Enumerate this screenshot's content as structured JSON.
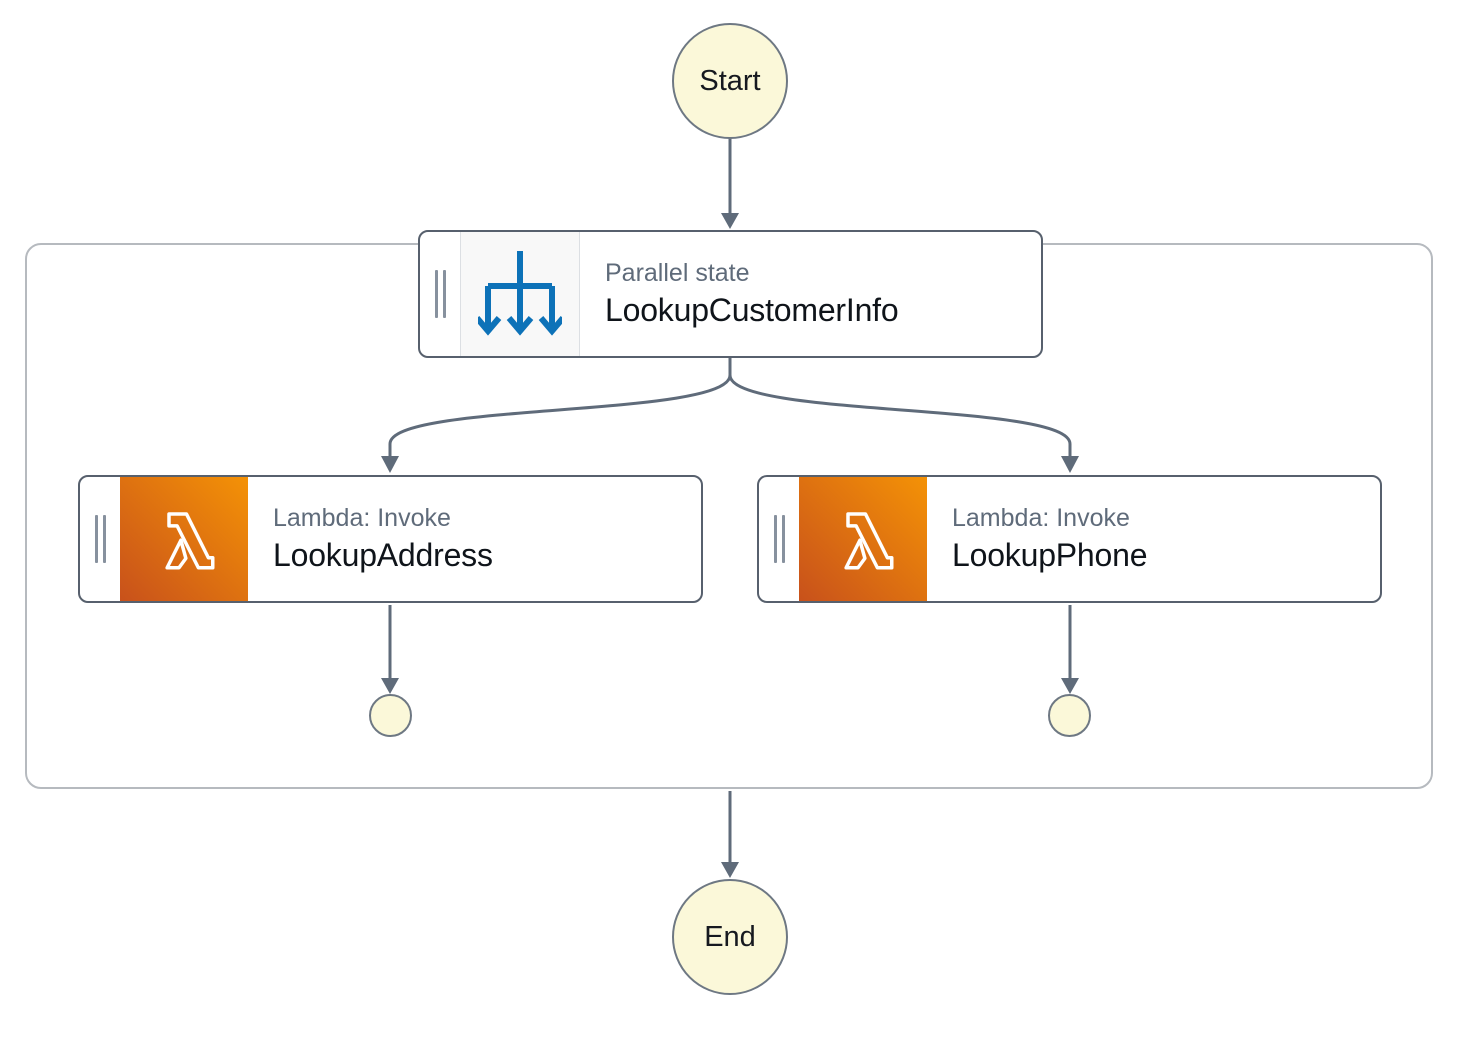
{
  "diagram": {
    "start": {
      "label": "Start"
    },
    "end": {
      "label": "End"
    },
    "parallel_state": {
      "type_label": "Parallel state",
      "title": "LookupCustomerInfo"
    },
    "branches": [
      {
        "type_label": "Lambda: Invoke",
        "title": "LookupAddress"
      },
      {
        "type_label": "Lambda: Invoke",
        "title": "LookupPhone"
      }
    ],
    "icons": {
      "parallel": "parallel-branch-icon",
      "lambda": "lambda-service-icon",
      "drag": "drag-handle-icon"
    },
    "colors": {
      "edge": "#5f6b7a",
      "node_border": "#57606d",
      "container_border": "#b6babf",
      "terminal_fill": "#fbf8d9",
      "terminal_border": "#6e7883",
      "parallel_icon_blue": "#0d72b8",
      "lambda_gradient_dark": "#c8511b",
      "lambda_gradient_light": "#f49206",
      "type_label_text": "#5f6b7a",
      "title_text": "#0f141a"
    }
  }
}
